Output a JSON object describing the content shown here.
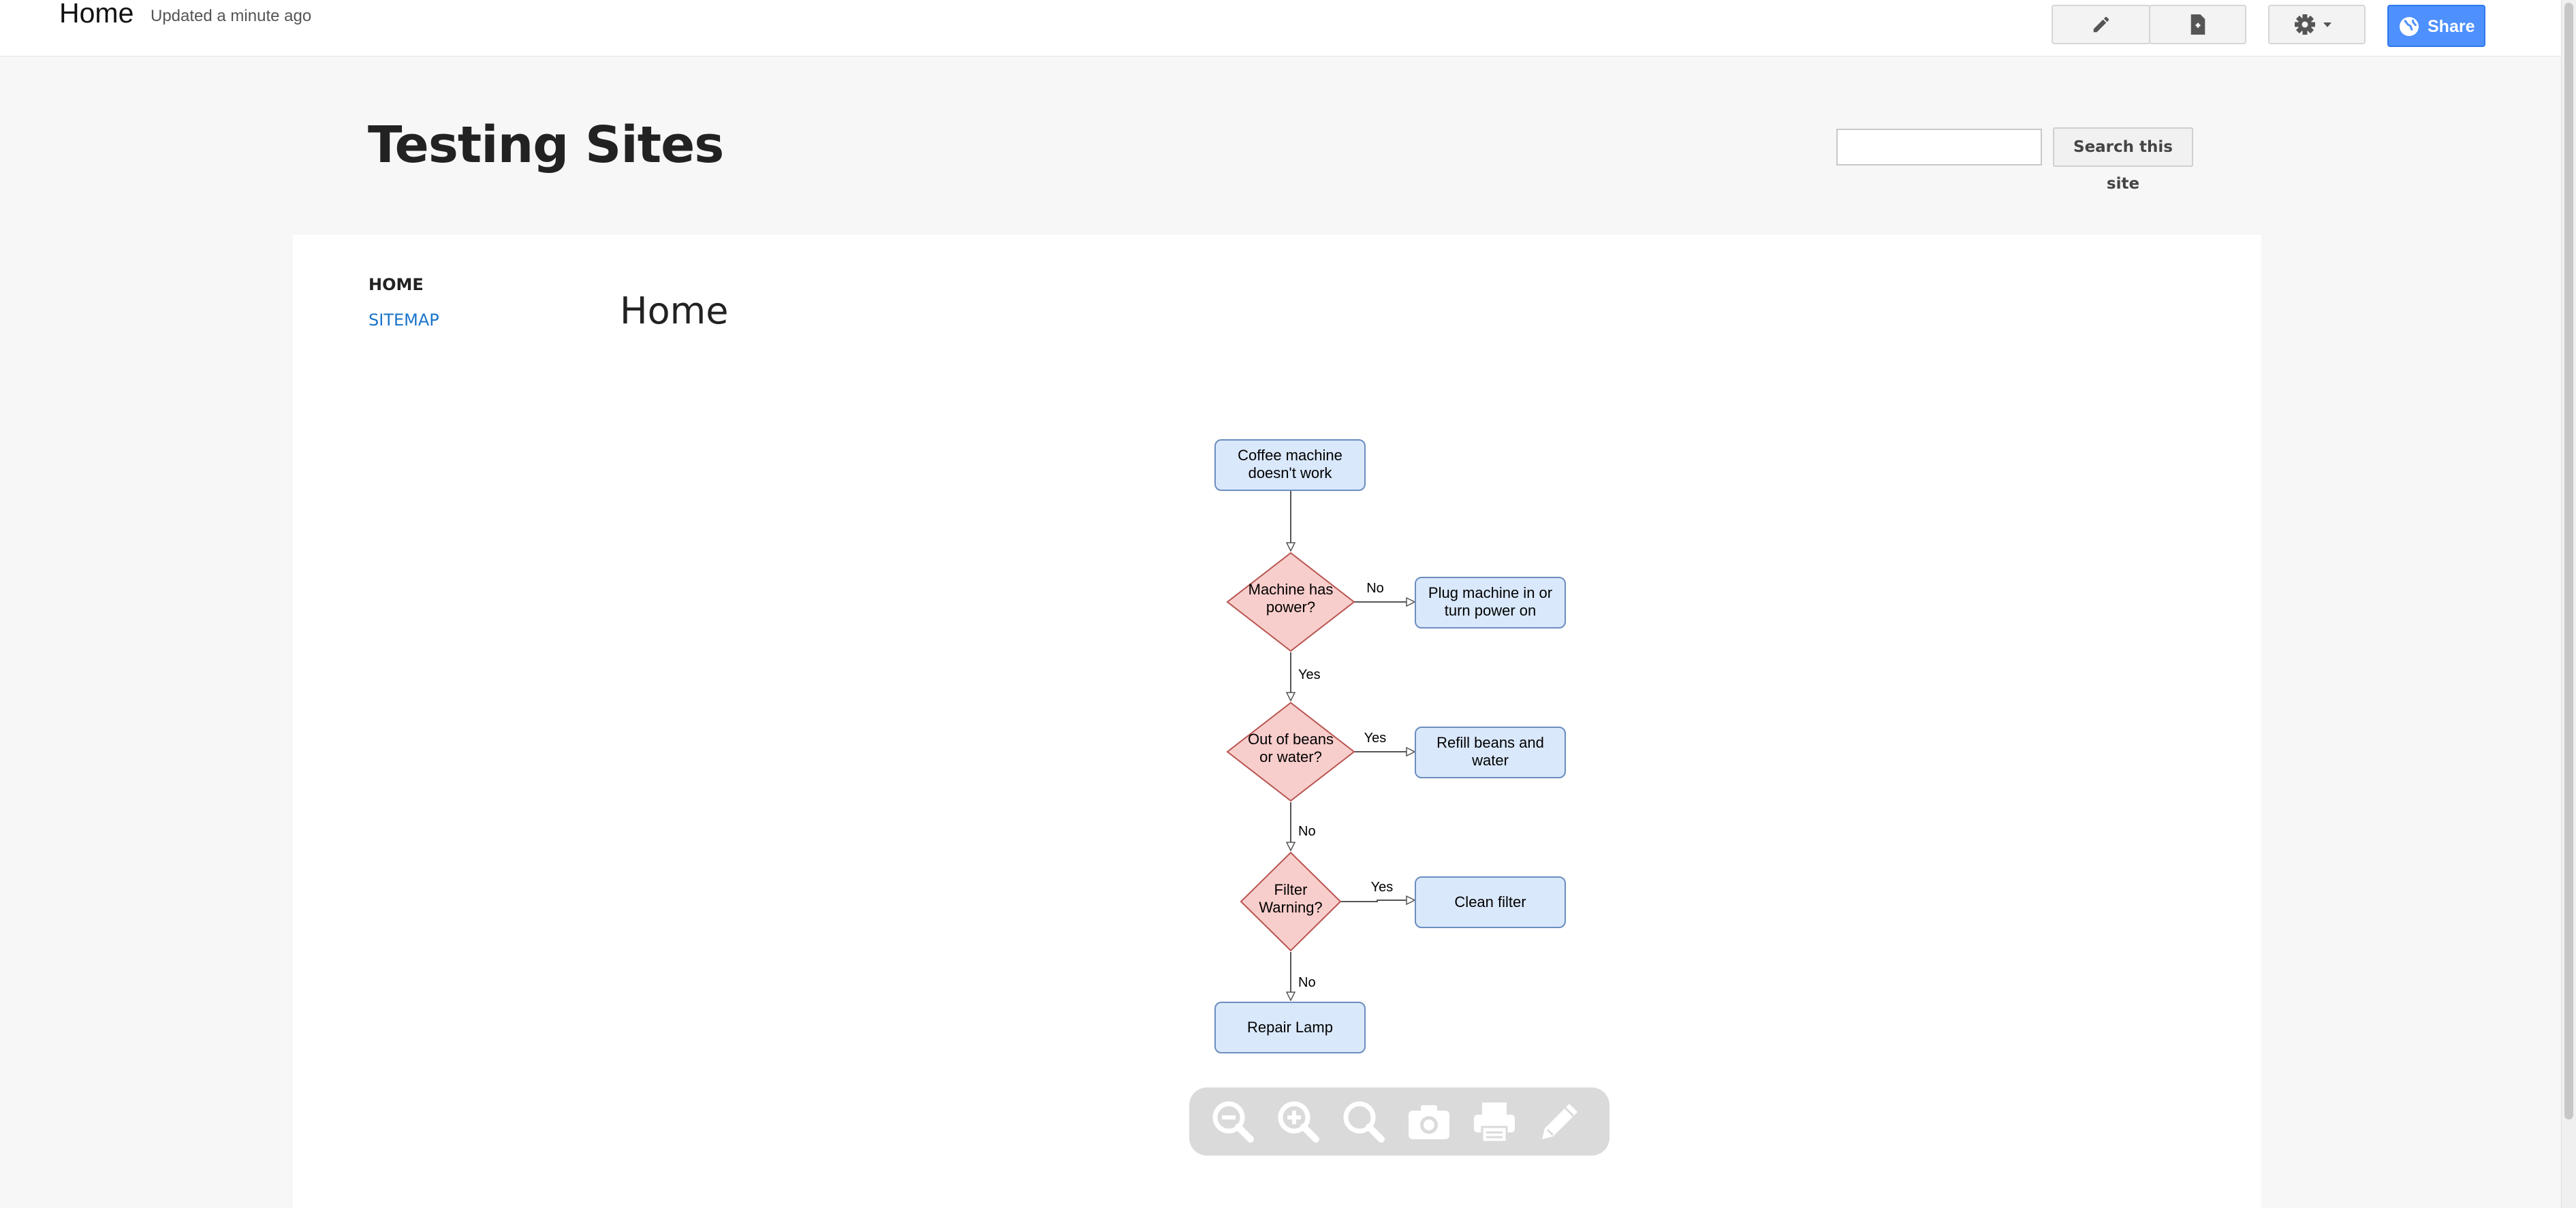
{
  "topbar": {
    "page_title": "Home",
    "updated": "Updated a minute ago",
    "share_label": "Share",
    "icons": [
      "pencil-icon",
      "new-page-icon",
      "gear-icon",
      "globe-icon"
    ]
  },
  "site": {
    "title": "Testing Sites",
    "search_button": "Search this site",
    "search_value": ""
  },
  "nav": {
    "items": [
      {
        "label": "HOME",
        "active": true
      },
      {
        "label": "SITEMAP",
        "active": false
      }
    ]
  },
  "main": {
    "heading": "Home"
  },
  "diagram": {
    "start": [
      "Coffee machine",
      "doesn't work"
    ],
    "d1": [
      "Machine has",
      "power?"
    ],
    "d1_no": "No",
    "d1_yes": "Yes",
    "r1": [
      "Plug machine in or",
      "turn power on"
    ],
    "d2": [
      "Out of beans",
      "or water?"
    ],
    "d2_yes": "Yes",
    "d2_no": "No",
    "r2": [
      "Refill beans and",
      "water"
    ],
    "d3": [
      "Filter",
      "Warning?"
    ],
    "d3_yes": "Yes",
    "d3_no": "No",
    "r3": "Clean filter",
    "end": "Repair Lamp",
    "colors": {
      "box_fill": "#dae8fc",
      "box_stroke": "#6c8ebf",
      "diamond_fill": "#f8cecc",
      "diamond_stroke": "#b85450"
    }
  },
  "viewer_toolbar": {
    "icons": [
      "zoom-out-icon",
      "zoom-in-icon",
      "zoom-fit-icon",
      "camera-icon",
      "print-icon",
      "edit-icon"
    ]
  }
}
